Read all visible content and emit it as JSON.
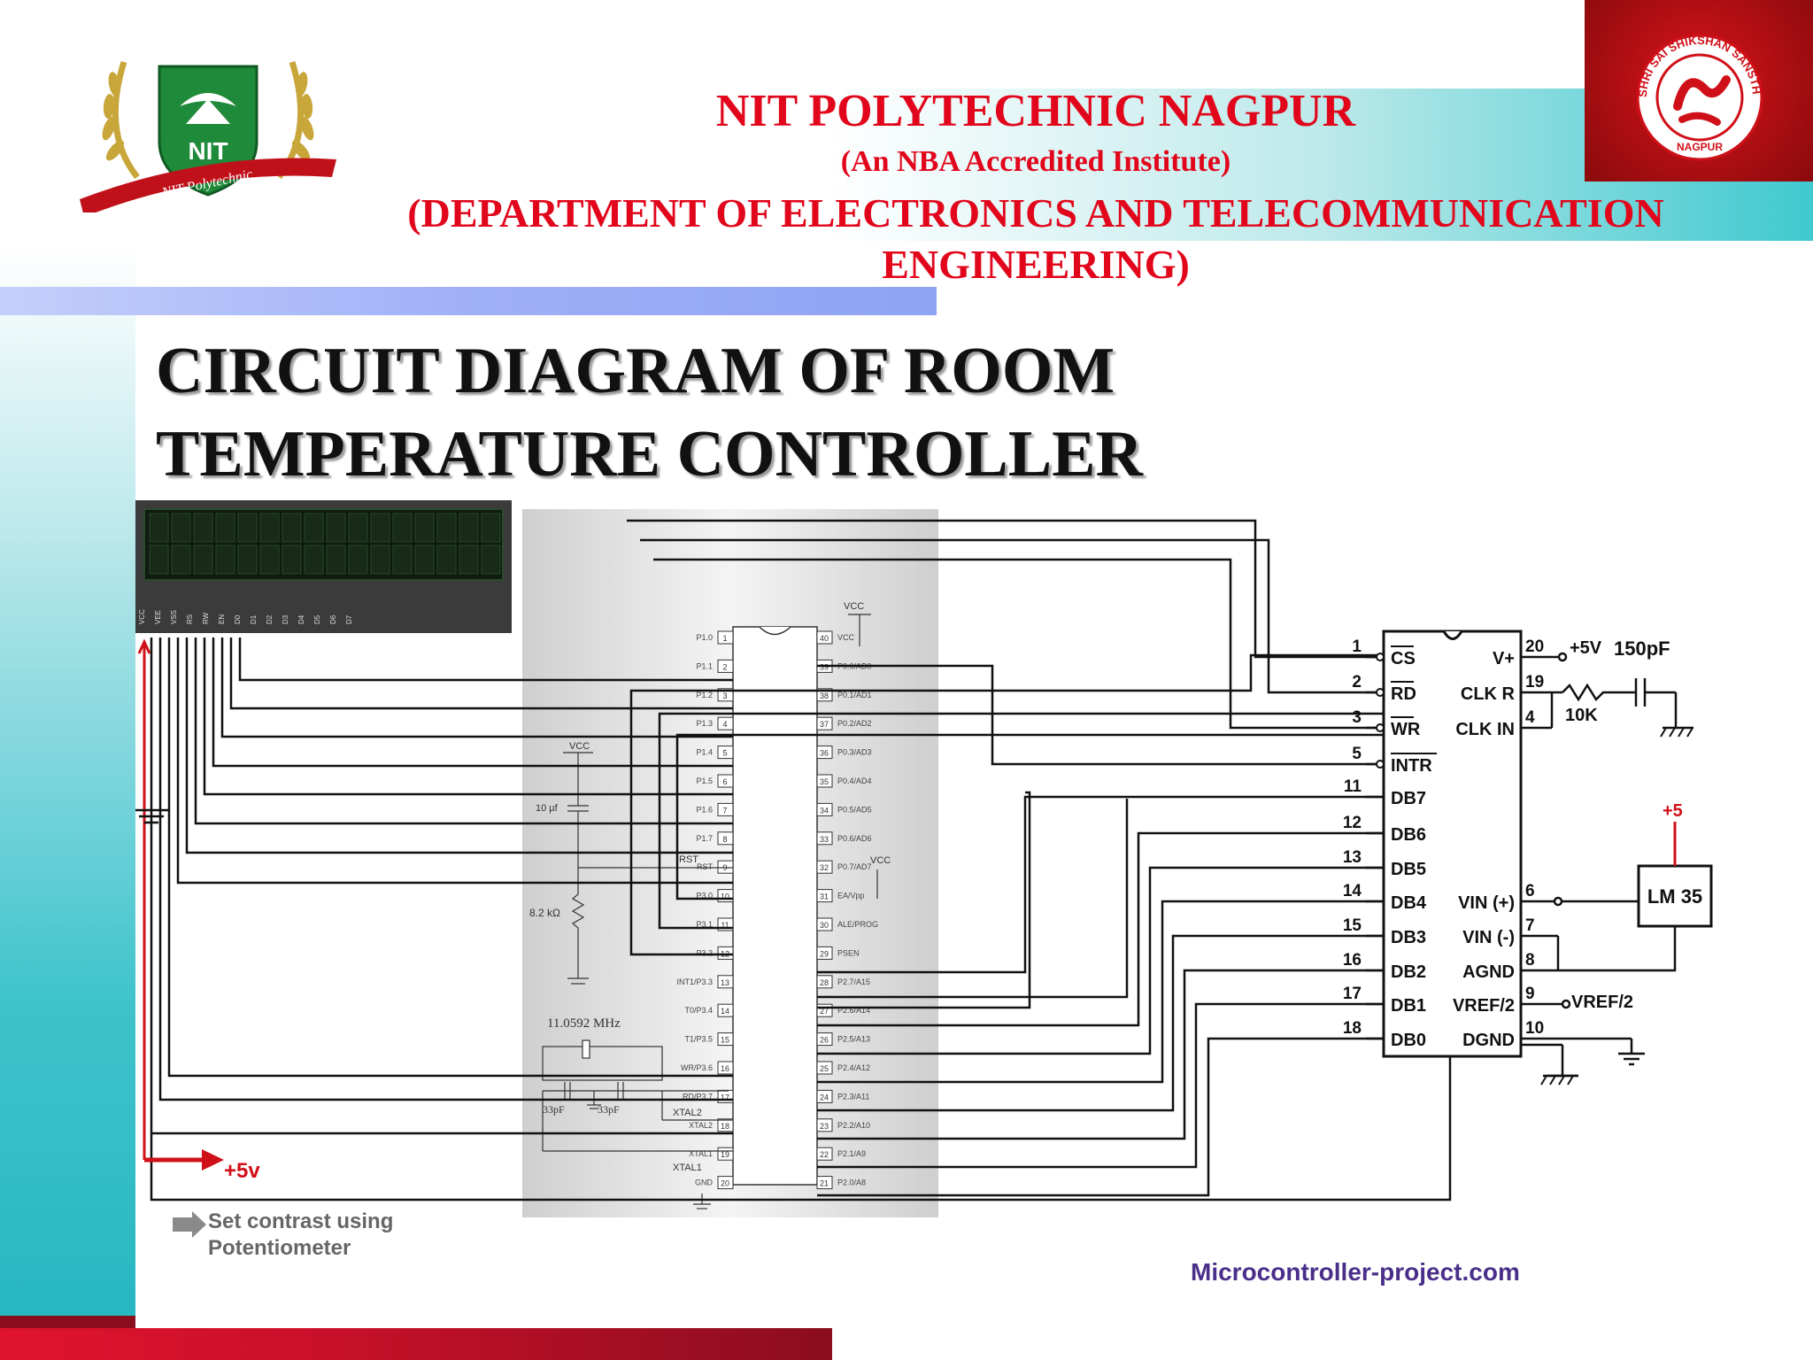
{
  "header": {
    "institute_name": "NIT POLYTECHNIC NAGPUR",
    "institute_subtitle": "(An NBA Accredited Institute)",
    "department_line1": "(DEPARTMENT OF ELECTRONICS AND TELECOMMUNICATION",
    "department_line2": "ENGINEERING)"
  },
  "logos": {
    "left": {
      "text": "NIT",
      "ribbon": "NIT Polytechnic"
    },
    "right": {
      "ring_text": "SHRI SAI SHIKSHAN SANSTHA",
      "bottom_text": "NAGPUR"
    }
  },
  "slide": {
    "title_line1": "CIRCUIT DIAGRAM OF ROOM",
    "title_line2": "TEMPERATURE CONTROLLER"
  },
  "diagram": {
    "adc_pins_left": [
      {
        "num": "1",
        "name": "CS"
      },
      {
        "num": "2",
        "name": "RD"
      },
      {
        "num": "3",
        "name": "WR"
      },
      {
        "num": "5",
        "name": "INTR"
      },
      {
        "num": "11",
        "name": "DB7"
      },
      {
        "num": "12",
        "name": "DB6"
      },
      {
        "num": "13",
        "name": "DB5"
      },
      {
        "num": "14",
        "name": "DB4"
      },
      {
        "num": "15",
        "name": "DB3"
      },
      {
        "num": "16",
        "name": "DB2"
      },
      {
        "num": "17",
        "name": "DB1"
      },
      {
        "num": "18",
        "name": "DB0"
      }
    ],
    "adc_pins_right": [
      {
        "num": "20",
        "name": "V+"
      },
      {
        "num": "19",
        "name": "CLK R"
      },
      {
        "num": "4",
        "name": "CLK IN"
      },
      {
        "num": "6",
        "name": "VIN (+)"
      },
      {
        "num": "7",
        "name": "VIN (-)"
      },
      {
        "num": "8",
        "name": "AGND"
      },
      {
        "num": "9",
        "name": "VREF/2"
      },
      {
        "num": "10",
        "name": "DGND"
      }
    ],
    "labels": {
      "plus5v_adc": "+5V",
      "cap_150": "150pF",
      "res_10k": "10K",
      "plus5_sensor": "+5",
      "sensor": "LM 35",
      "vref_out": "VREF/2",
      "vcc": "VCC",
      "crystal": "11.0592 MHz",
      "cap_33a": "33pF",
      "cap_33b": "33pF",
      "cap_10uf": "10 µf",
      "res_82k": "8.2 kΩ",
      "rst": "RST",
      "xtal2": "XTAL2",
      "xtal1": "XTAL1",
      "legend_plus5v": "+5v",
      "legend_contrast_1": "Set contrast using",
      "legend_contrast_2": "Potentiometer",
      "watermark": "Microcontroller-project.com"
    },
    "mcu_left_pins": [
      "P1.0",
      "P1.1",
      "P1.2",
      "P1.3",
      "P1.4",
      "P1.5",
      "P1.6",
      "P1.7",
      "RST",
      "P3.0",
      "P3.1",
      "P3.2",
      "INT1/P3.3",
      "T0/P3.4",
      "T1/P3.5",
      "WR/P3.6",
      "RD/P3.7",
      "XTAL2",
      "XTAL1",
      "GND"
    ],
    "mcu_right_pins": [
      "VCC",
      "P0.0/AD0",
      "P0.1/AD1",
      "P0.2/AD2",
      "P0.3/AD3",
      "P0.4/AD4",
      "P0.5/AD5",
      "P0.6/AD6",
      "P0.7/AD7",
      "EA/Vpp",
      "ALE/PROG",
      "PSEN",
      "P2.7/A15",
      "P2.6/A14",
      "P2.5/A13",
      "P2.4/A12",
      "P2.3/A11",
      "P2.2/A10",
      "P2.1/A9",
      "P2.0/A8"
    ],
    "lcd_pins": [
      "VCC",
      "VEE",
      "VSS",
      "RS",
      "RW",
      "EN",
      "D0",
      "D1",
      "D2",
      "D3",
      "D4",
      "D5",
      "D6",
      "D7"
    ]
  }
}
